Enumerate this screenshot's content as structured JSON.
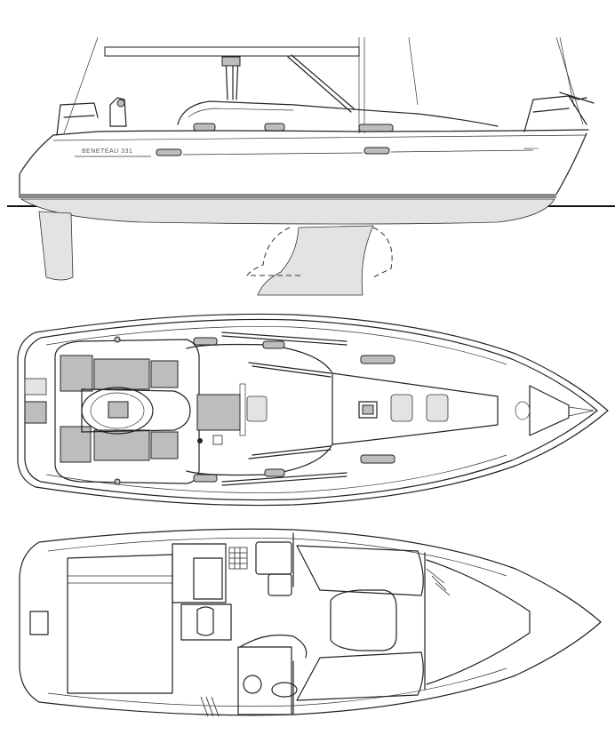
{
  "drawing": {
    "views": [
      "side-profile",
      "deck-plan",
      "interior-layout"
    ],
    "hull_name_text": "BENETEAU 331",
    "bow_name_text": "BENETEAU",
    "colors": {
      "line": "#222222",
      "fill_grey": "#bdbdbd",
      "fill_light": "#e3e3e3",
      "background": "#ffffff"
    }
  }
}
